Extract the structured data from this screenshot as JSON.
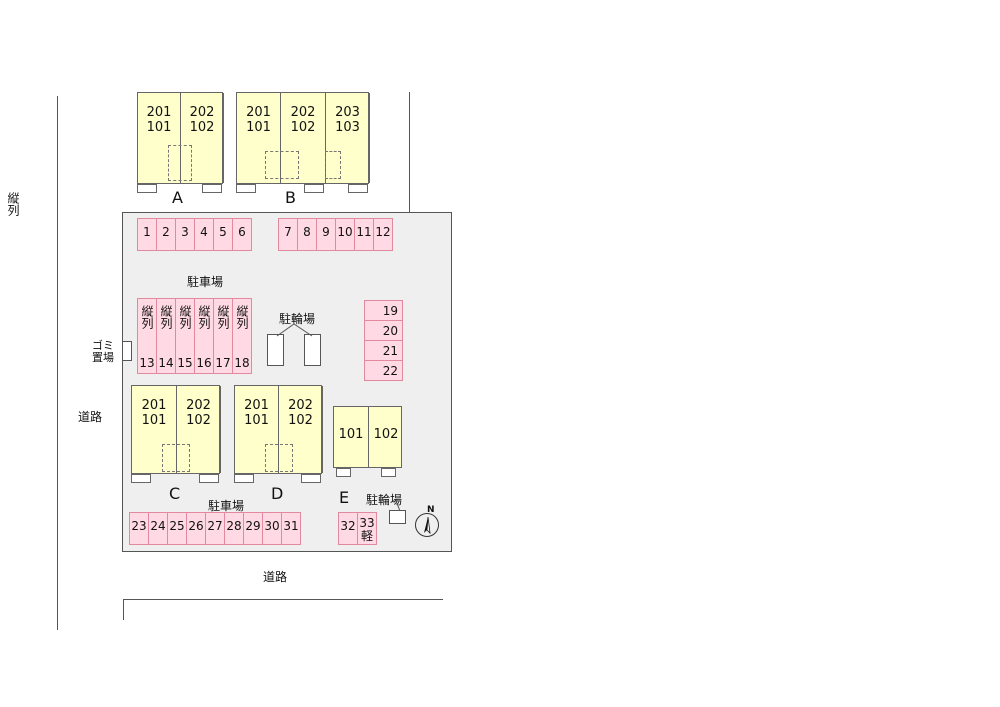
{
  "side_label": "縦列",
  "road_left": "道路",
  "road_bottom": "道路",
  "parking_north": "駐車場",
  "parking_south": "駐車場",
  "bike_center": "駐輪場",
  "bike_east": "駐輪場",
  "garbage": "ゴミ置場",
  "north_mark": "N",
  "buildings": {
    "A": {
      "name": "A",
      "units": [
        [
          "201",
          "101"
        ],
        [
          "202",
          "102"
        ]
      ]
    },
    "B": {
      "name": "B",
      "units": [
        [
          "201",
          "101"
        ],
        [
          "202",
          "102"
        ],
        [
          "203",
          "103"
        ]
      ]
    },
    "C": {
      "name": "C",
      "units": [
        [
          "201",
          "101"
        ],
        [
          "202",
          "102"
        ]
      ]
    },
    "D": {
      "name": "D",
      "units": [
        [
          "201",
          "101"
        ],
        [
          "202",
          "102"
        ]
      ]
    },
    "E": {
      "name": "E",
      "units": [
        [
          "101"
        ],
        [
          "102"
        ]
      ]
    }
  },
  "spots_row1": [
    "1",
    "2",
    "3",
    "4",
    "5",
    "6"
  ],
  "spots_row2": [
    "7",
    "8",
    "9",
    "10",
    "11",
    "12"
  ],
  "spots_vertical": {
    "label": "縦列",
    "numbers": [
      "13",
      "14",
      "15",
      "16",
      "17",
      "18"
    ]
  },
  "spots_east": [
    "19",
    "20",
    "21",
    "22"
  ],
  "spots_bottom": [
    "23",
    "24",
    "25",
    "26",
    "27",
    "28",
    "29",
    "30",
    "31"
  ],
  "spot_32": "32",
  "spot_33": "33",
  "spot_33_note": "軽"
}
